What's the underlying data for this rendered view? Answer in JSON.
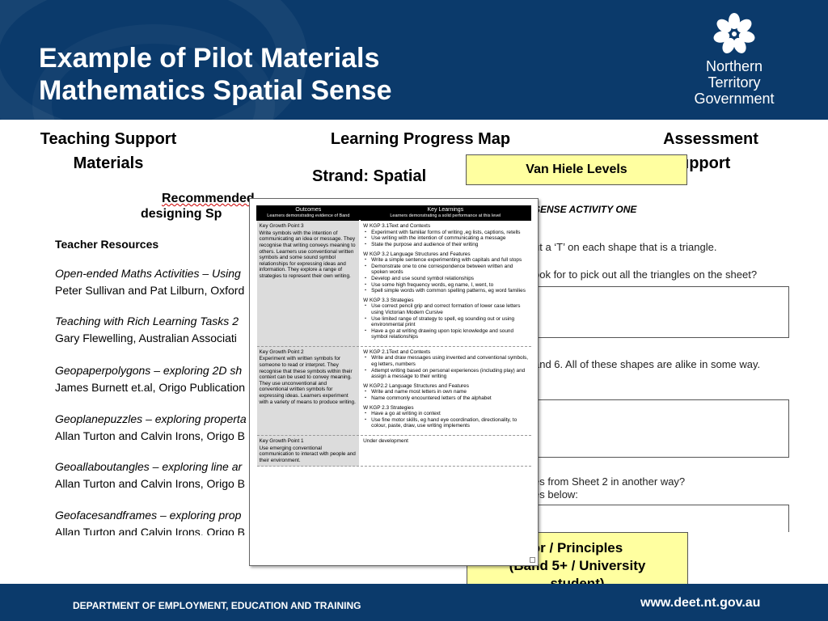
{
  "slide": {
    "title_line1": "Example of Pilot Materials",
    "title_line2": "Mathematics Spatial Sense"
  },
  "logo": {
    "icon": "flower-emblem-icon",
    "line1": "Northern",
    "line2": "Territory",
    "line3": "Government"
  },
  "columns": {
    "teaching_line1": "Teaching Support",
    "teaching_line2": "Materials",
    "progress": "Learning Progress Map",
    "strand": "Strand: Spatial",
    "assessment_line1": "Assessment",
    "assessment_line2": "upport"
  },
  "notes": {
    "van_hiele": "Van Hiele Levels",
    "principles_line1": "or / Principles",
    "principles_line2": "(Band 5+ / University",
    "principles_line3": "student)"
  },
  "resources_doc": {
    "heading_line1": "Recommended Level Two Resources for",
    "heading_line2": "designing Sp",
    "section": "Teacher Resources",
    "items": [
      {
        "title": "Open-ended Maths Activities – Using",
        "author": "Peter Sullivan and Pat Lilburn, Oxford"
      },
      {
        "title": "Teaching with Rich Learning Tasks 2",
        "author": "Gary Flewelling, Australian Associati"
      },
      {
        "title": "Geopaperpolygons – exploring 2D sh",
        "author": "James Burnett et.al, Origo Publication"
      },
      {
        "title": "Geoplanepuzzles – exploring properta",
        "author": "Allan Turton and Calvin Irons, Origo B"
      },
      {
        "title": "Geoallaboutangles – exploring line ar",
        "author": "Allan Turton and Calvin Irons, Origo B"
      },
      {
        "title": "Geofacesandframes – exploring prop",
        "author": "Allan Turton and Calvin Irons, Origo B"
      }
    ]
  },
  "activity_doc": {
    "title": "SENSE ACTIVITY ONE",
    "lines": [
      "ut a ‘T’ on each shape that is a triangle.",
      "ook for to pick out all the triangles on the sheet?",
      "and 6. All of these shapes are alike in some way.",
      "es from Sheet 2 in another way?",
      "es below:"
    ]
  },
  "progress_map": {
    "col_outcomes": "Outcomes",
    "col_outcomes_sub": "Learners demonstrating evidence of Band",
    "col_learnings": "Key Learnings",
    "col_learnings_sub": "Learners demonstrating a solid performance at this level",
    "rows": [
      {
        "kgp_name": "Key Growth Point 3",
        "kgp_text": "Write symbols with the intention of communicating an idea or message. They recognise that writing conveys meaning to others. Learners use conventional written symbols and some sound symbol relationships for expressing ideas and information. They explore a range of strategies to represent their own writing.",
        "groups": [
          {
            "head": "W KGP 3.1Text and Contexts",
            "bullets": [
              "Experiment with familiar forms of writing ,eg lists, captions, retells",
              "Use writing with the intention of communicating a message",
              "State the purpose and audience of their writing"
            ]
          },
          {
            "head": "W KGP 3.2 Language Structures and Features",
            "bullets": [
              "Write a simple sentence experimenting with capitals and full stops",
              "Demonstrate one to one correspondence between written and spoken words",
              "Develop and use sound symbol relationships",
              "Use some high frequency words, eg name, I, went, to",
              "Spell simple words with common spelling patterns, eg word families"
            ]
          },
          {
            "head": "W KGP 3.3 Strategies",
            "bullets": [
              "Use correct pencil grip and correct formation of lower case letters using Victorian Modern Cursive",
              "Use limited range of strategy to spell, eg sounding out or using environmental print",
              "Have a go at writing drawing upon topic knowledge and sound symbol relationships"
            ]
          }
        ]
      },
      {
        "kgp_name": "Key Growth Point 2",
        "kgp_text": "Experiment with written symbols for someone to read or interpret. They recognise that these symbols within their context can be used to convey meaning. They use unconventional and conventional written symbols for expressing ideas. Learners experiment with a variety of means to produce writing.",
        "groups": [
          {
            "head": "W KGP 2.1Text and Contexts",
            "bullets": [
              "Write and draw messages using invented and conventional symbols, eg letters, numbers",
              "Attempt writing based on personal experiences (including play) and assign a message to their writing"
            ]
          },
          {
            "head": "W KGP2.2 Language Structures and Features",
            "bullets": [
              "Write and name most letters in own name",
              "Name commonly encountered letters of the alphabet"
            ]
          },
          {
            "head": "W KGP 2.3 Strategies",
            "bullets": [
              "Have a go at writing in context",
              "Use fine motor skills, eg hand eye coordination, directionality, to colour, paste, draw, use writing implements"
            ]
          }
        ]
      },
      {
        "kgp_name": "Key Growth Point 1",
        "kgp_text": "Use emerging conventional communication to interact with people and their environment.",
        "groups": [
          {
            "head": "Under development",
            "bullets": []
          }
        ]
      }
    ]
  },
  "footer": {
    "department": "DEPARTMENT OF EMPLOYMENT, EDUCATION AND TRAINING",
    "url": "www.deet.nt.gov.au"
  },
  "colors": {
    "header_bg": "#0b3a6b",
    "note_bg": "#ffffa0",
    "kgp_bg": "#dcdcdc"
  }
}
